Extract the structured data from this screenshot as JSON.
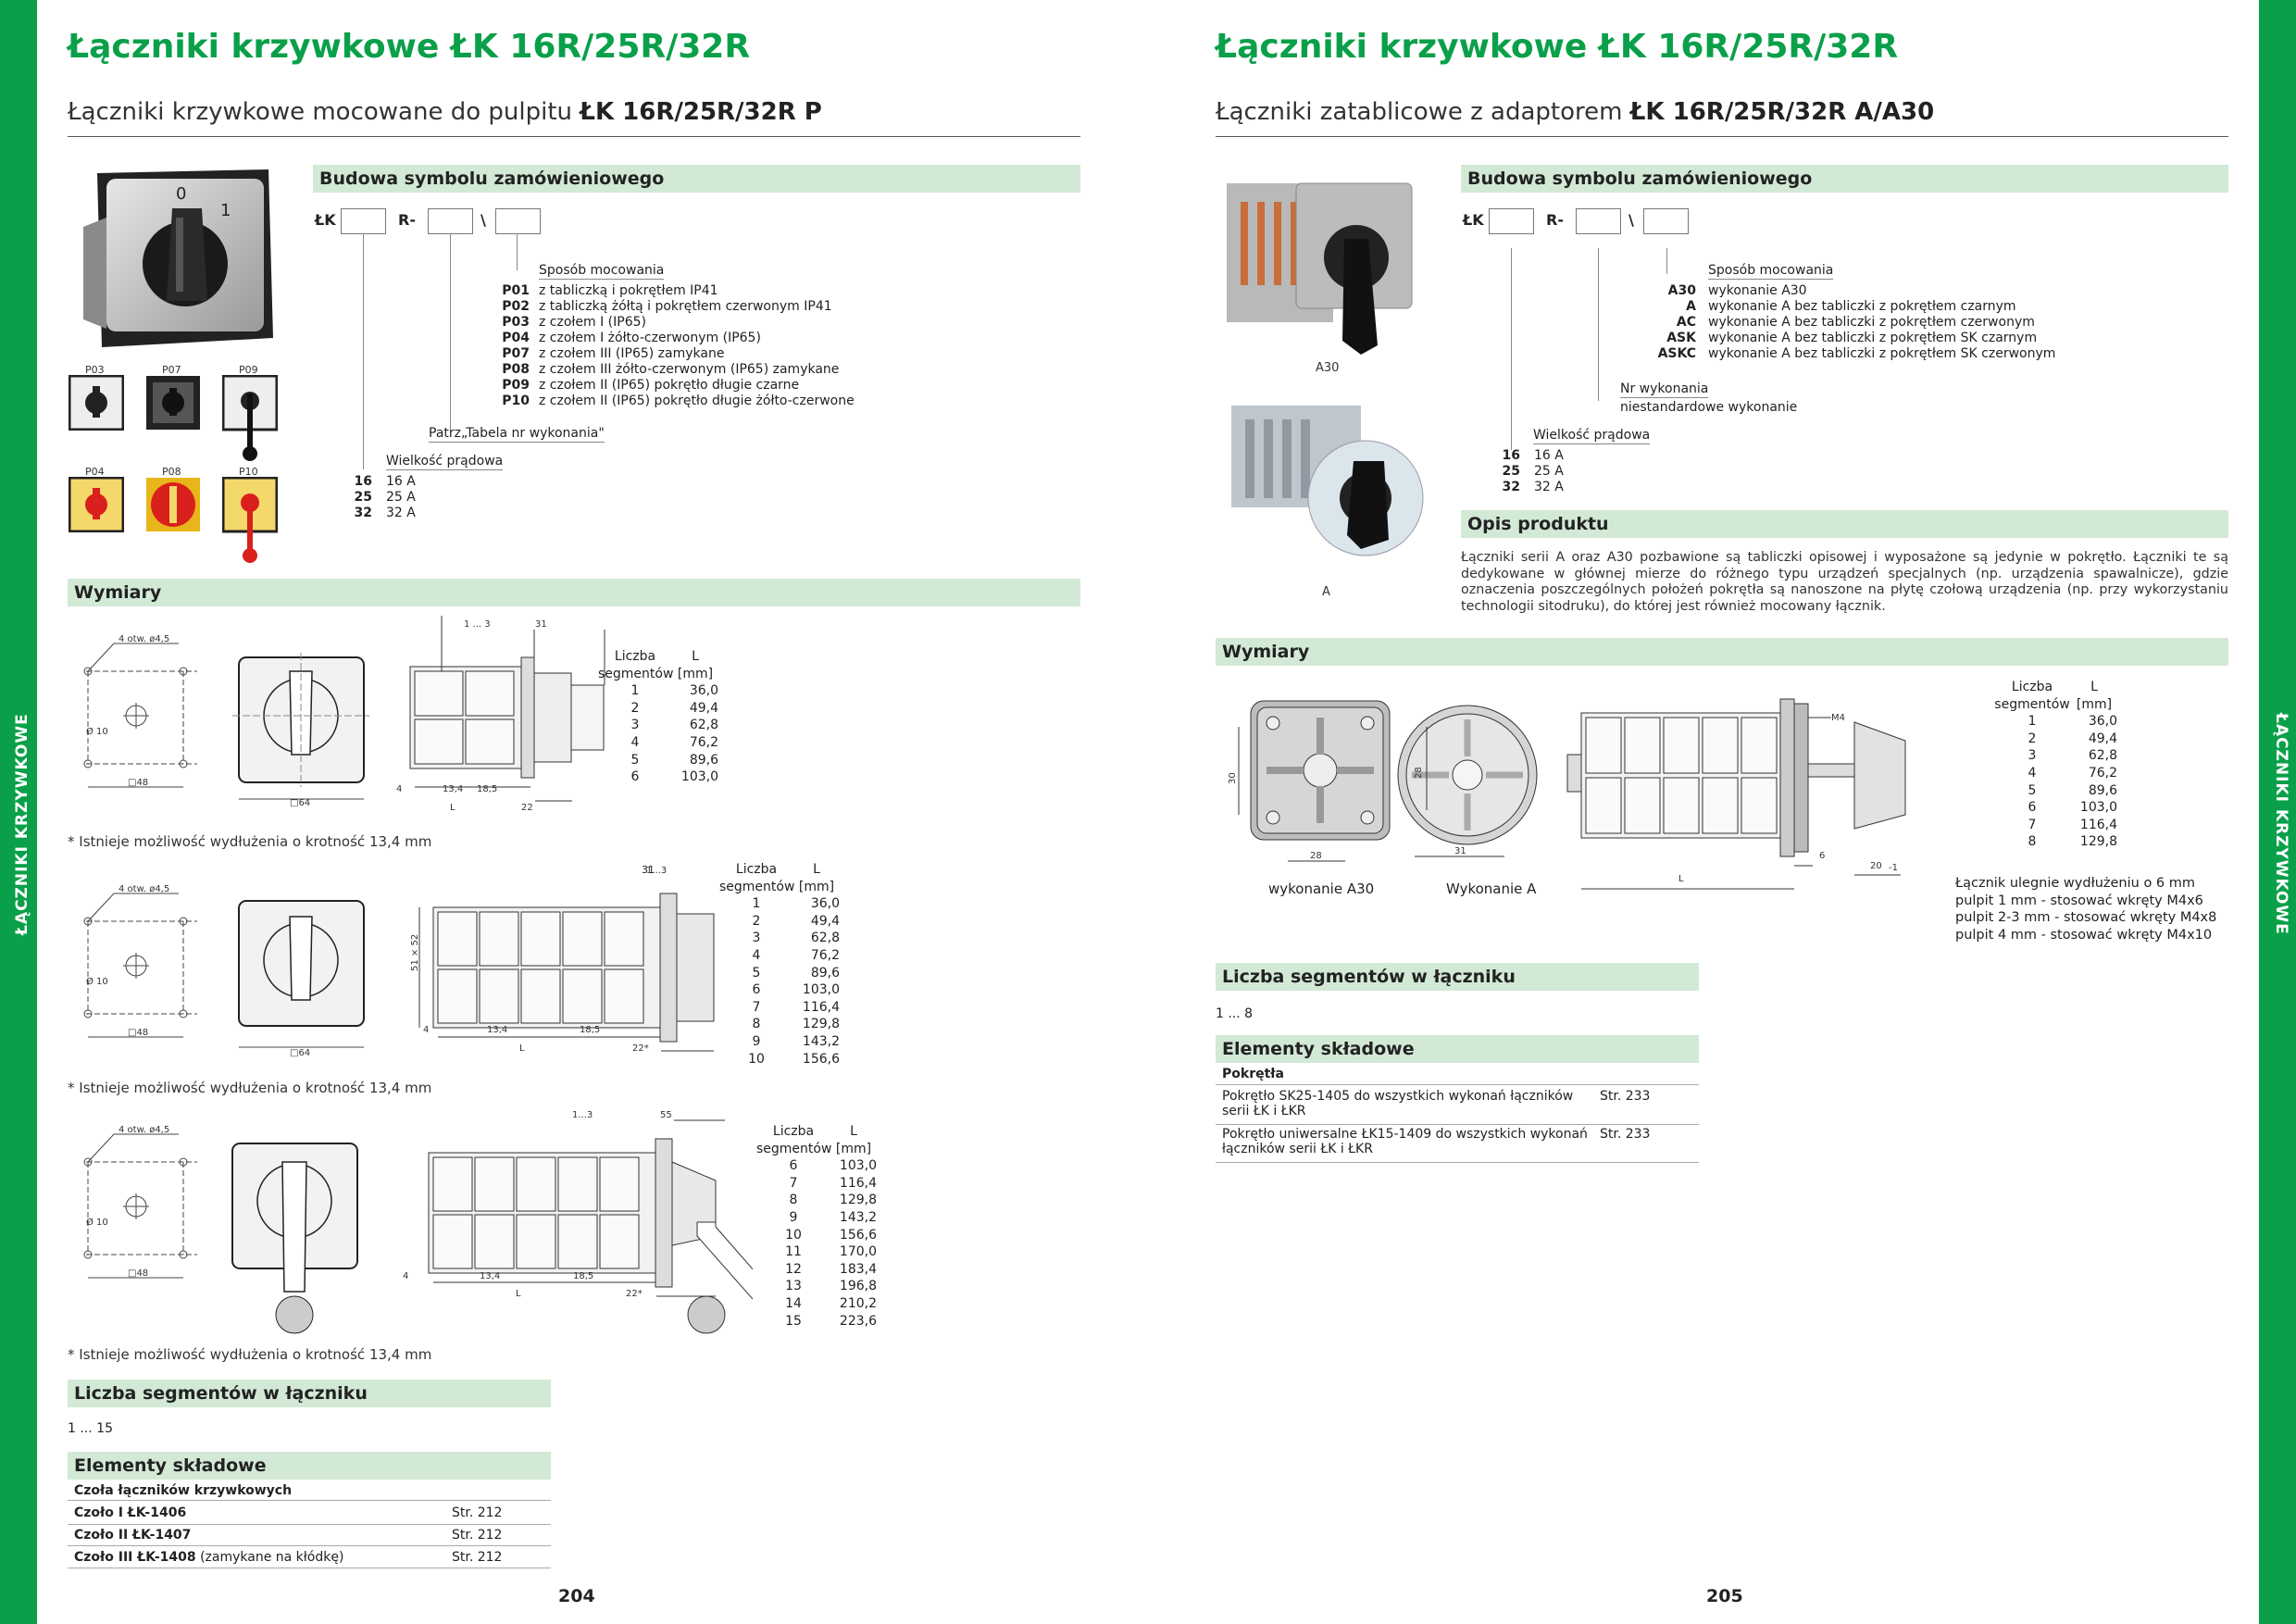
{
  "sidebar": {
    "label": "ŁĄCZNIKI KRZYWKOWE"
  },
  "left": {
    "title": "Łączniki krzywkowe ŁK 16R/25R/32R",
    "subtitle_normal": "Łączniki krzywkowe mocowane do pulpitu ",
    "subtitle_bold": "ŁK 16R/25R/32R P",
    "order_header": "Budowa symbolu zamówieniowego",
    "sym_lk": "ŁK",
    "sym_r": "R-",
    "sym_bs": "\\",
    "mount_label": "Sposób mocowania",
    "mount_options": [
      {
        "code": "P01",
        "desc": "z tabliczką i pokrętłem IP41"
      },
      {
        "code": "P02",
        "desc": "z tabliczką żółtą i pokrętłem czerwonym IP41"
      },
      {
        "code": "P03",
        "desc": "z czołem I (IP65)"
      },
      {
        "code": "P04",
        "desc": "z czołem I żółto-czerwonym (IP65)"
      },
      {
        "code": "P07",
        "desc": "z czołem III (IP65) zamykane"
      },
      {
        "code": "P08",
        "desc": "z czołem III żółto-czerwonym (IP65) zamykane"
      },
      {
        "code": "P09",
        "desc": "z czołem II (IP65) pokrętło długie czarne"
      },
      {
        "code": "P10",
        "desc": "z czołem II (IP65) pokrętło długie żółto-czerwone"
      }
    ],
    "tabela_label": "Patrz„Tabela nr wykonania\"",
    "current_label": "Wielkość prądowa",
    "currents": [
      {
        "code": "16",
        "desc": "16 A"
      },
      {
        "code": "25",
        "desc": "25 A"
      },
      {
        "code": "32",
        "desc": "32 A"
      }
    ],
    "thumbs": [
      "P03",
      "P07",
      "P09",
      "P04",
      "P08",
      "P10"
    ],
    "dims_header": "Wymiary",
    "table_head": {
      "col1a": "Liczba",
      "col1b": "segmentów",
      "col2a": "L",
      "col2b": "[mm]"
    },
    "table1": [
      [
        "1",
        "36,0"
      ],
      [
        "2",
        "49,4"
      ],
      [
        "3",
        "62,8"
      ],
      [
        "4",
        "76,2"
      ],
      [
        "5",
        "89,6"
      ],
      [
        "6",
        "103,0"
      ]
    ],
    "table2": [
      [
        "1",
        "36,0"
      ],
      [
        "2",
        "49,4"
      ],
      [
        "3",
        "62,8"
      ],
      [
        "4",
        "76,2"
      ],
      [
        "5",
        "89,6"
      ],
      [
        "6",
        "103,0"
      ],
      [
        "7",
        "116,4"
      ],
      [
        "8",
        "129,8"
      ],
      [
        "9",
        "143,2"
      ],
      [
        "10",
        "156,6"
      ]
    ],
    "table3": [
      [
        "6",
        "103,0"
      ],
      [
        "7",
        "116,4"
      ],
      [
        "8",
        "129,8"
      ],
      [
        "9",
        "143,2"
      ],
      [
        "10",
        "156,6"
      ],
      [
        "11",
        "170,0"
      ],
      [
        "12",
        "183,4"
      ],
      [
        "13",
        "196,8"
      ],
      [
        "14",
        "210,2"
      ],
      [
        "15",
        "223,6"
      ]
    ],
    "footnote": "* Istnieje możliwość wydłużenia o krotność 13,4 mm",
    "dim_holes": "4 otw. ø4,5",
    "dim_d10": "Ø 10",
    "dim_48": "□48",
    "dim_64": "□64",
    "dim_51x52": "51 × 52",
    "dim_1_3": "1 ... 3",
    "dim_1_3b": "1...3",
    "dim_31": "31",
    "dim_55": "55",
    "dim_4": "4",
    "dim_134": "13,4",
    "dim_185": "18,5",
    "dim_L": "L",
    "dim_22": "22",
    "dim_22s": "22*",
    "segments_header": "Liczba segmentów w łączniku",
    "segments_value": "1 ... 15",
    "elements_header": "Elementy składowe",
    "elements_sub": "Czoła łączników krzywkowych",
    "elements": [
      {
        "name": "Czoło I ŁK-1406",
        "extra": "",
        "page": "Str. 212"
      },
      {
        "name": "Czoło II ŁK-1407",
        "extra": "",
        "page": "Str. 212"
      },
      {
        "name": "Czoło III ŁK-1408",
        "extra": " (zamykane na kłódkę)",
        "page": "Str. 212"
      }
    ],
    "page_number": "204"
  },
  "right": {
    "title": "Łączniki krzywkowe ŁK 16R/25R/32R",
    "subtitle_normal": "Łączniki zatablicowe z adaptorem ",
    "subtitle_bold": "ŁK 16R/25R/32R A/A30",
    "photo_cap_1": "A30",
    "photo_cap_2": "A",
    "order_header": "Budowa symbolu zamówieniowego",
    "sym_lk": "ŁK",
    "sym_r": "R-",
    "sym_bs": "\\",
    "mount_label": "Sposób mocowania",
    "mount_options": [
      {
        "code": "A30",
        "desc": "wykonanie A30"
      },
      {
        "code": "A",
        "desc": "wykonanie A bez tabliczki z pokrętłem czarnym"
      },
      {
        "code": "AC",
        "desc": "wykonanie A bez tabliczki z pokrętłem czerwonym"
      },
      {
        "code": "ASK",
        "desc": "wykonanie A bez tabliczki z pokrętłem SK czarnym"
      },
      {
        "code": "ASKC",
        "desc": "wykonanie A bez tabliczki z pokrętłem SK czerwonym"
      }
    ],
    "nr_label": "Nr wykonania",
    "nr_desc": "niestandardowe wykonanie",
    "current_label": "Wielkość prądowa",
    "currents": [
      {
        "code": "16",
        "desc": "16 A"
      },
      {
        "code": "25",
        "desc": "25 A"
      },
      {
        "code": "32",
        "desc": "32 A"
      }
    ],
    "opis_header": "Opis produktu",
    "opis_text": "Łączniki serii A oraz A30 pozbawione są tabliczki opisowej i wyposażone są jedynie w pokrętło. Łączniki te są dedykowane w głównej mierze do różnego typu urządzeń specjalnych (np. urządzenia spawalnicze), gdzie oznaczenia poszczególnych położeń pokrętła są nanoszone na płytę czołową urządzenia (np. przy wykorzystaniu technologii sitodruku), do której jest również mocowany łącznik.",
    "dims_header": "Wymiary",
    "table_head": {
      "col1a": "Liczba",
      "col1b": "segmentów",
      "col2a": "L",
      "col2b": "[mm]"
    },
    "table": [
      [
        "1",
        "36,0"
      ],
      [
        "2",
        "49,4"
      ],
      [
        "3",
        "62,8"
      ],
      [
        "4",
        "76,2"
      ],
      [
        "5",
        "89,6"
      ],
      [
        "6",
        "103,0"
      ],
      [
        "7",
        "116,4"
      ],
      [
        "8",
        "129,8"
      ]
    ],
    "cap_a30": "wykonanie A30",
    "cap_a": "Wykonanie A",
    "dim_30": "30",
    "dim_28": "28",
    "dim_31": "31",
    "dim_m4": "M4",
    "dim_6": "6",
    "dim_20": "20",
    "dim_m1": "-1",
    "dim_L": "L",
    "notes": [
      "Łącznik ulegnie wydłużeniu o 6 mm",
      "pulpit 1 mm - stosować wkręty M4x6",
      "pulpit 2-3 mm - stosować wkręty M4x8",
      "pulpit 4 mm - stosować wkręty M4x10"
    ],
    "segments_header": "Liczba segmentów w łączniku",
    "segments_value": "1 ... 8",
    "elements_header": "Elementy składowe",
    "elements_sub": "Pokrętła",
    "elements": [
      {
        "name_l1": "Pokrętło SK25-1405 do wszystkich wykonań łączników",
        "name_l2": "serii ŁK i ŁKR",
        "page": "Str. 233"
      },
      {
        "name_l1": "Pokrętło uniwersalne ŁK15-1409 do wszystkich wykonań",
        "name_l2": "łączników serii ŁK i ŁKR",
        "page": "Str. 233"
      }
    ],
    "page_number": "205"
  }
}
